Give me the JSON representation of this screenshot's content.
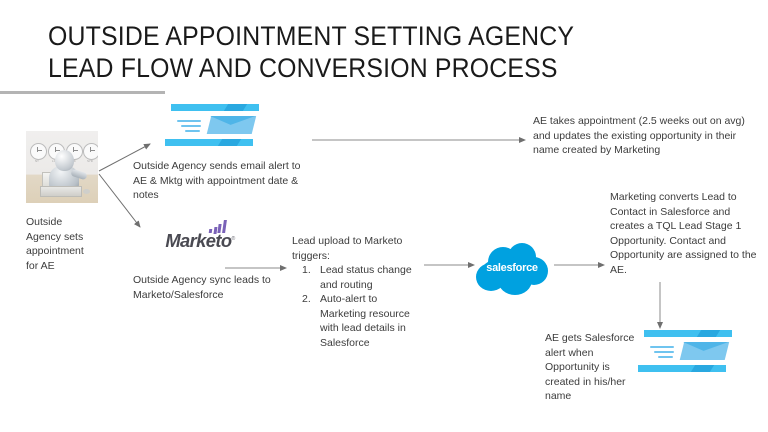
{
  "slide": {
    "title_line1": "OUTSIDE APPOINTMENT SETTING AGENCY",
    "title_line2": "LEAD FLOW AND CONVERSION PROCESS",
    "title_full": "OUTSIDE APPOINTMENT SETTING AGENCY\nLEAD FLOW AND CONVERSION PROCESS",
    "background": "#ffffff",
    "rule_color": "#b4b4b4"
  },
  "nodes": {
    "agency_person": {
      "caption": "Outside\nAgency sets\nappointment\nfor AE",
      "image_alt": "person at laptop with world clocks"
    },
    "email_alert_top": {
      "icon": "flying-envelope-icon",
      "caption": "Outside Agency sends email alert to\nAE & Mktg with appointment date &\nnotes",
      "color": "#3fc0f0"
    },
    "marketo": {
      "logo_text": "Marketo",
      "logo_tm": "®",
      "caption": "Outside Agency sync leads to\nMarketo/Salesforce",
      "bar_color": "#7a62b8",
      "word_color": "#4a4a52"
    },
    "marketo_triggers": {
      "heading": "Lead upload to Marketo\ntriggers:",
      "items": [
        {
          "number": "1.",
          "text": "Lead status change\nand routing"
        },
        {
          "number": "2.",
          "text": "Auto-alert to\nMarketing resource\nwith lead details in\nSalesforce"
        }
      ]
    },
    "salesforce": {
      "logo_text": "salesforce",
      "color": "#00a1e0"
    },
    "ae_appointment": {
      "text": "AE takes appointment (2.5 weeks out on avg)\nand updates the existing opportunity in their\nname created by Marketing"
    },
    "marketing_converts": {
      "text": "Marketing converts Lead to\nContact in Salesforce and\ncreates a TQL Lead Stage 1\nOpportunity. Contact and\nOpportunity are assigned to the\nAE."
    },
    "ae_alert": {
      "icon": "flying-envelope-icon",
      "text": "AE gets Salesforce\nalert when\nOpportunity is\ncreated in his/her\nname",
      "color": "#3fc0f0"
    }
  },
  "connectors": [
    {
      "name": "person-to-email",
      "from": "agency_person",
      "to": "email_alert_top"
    },
    {
      "name": "person-to-marketo",
      "from": "agency_person",
      "to": "marketo"
    },
    {
      "name": "email-to-ae-appointment",
      "from": "email_alert_top",
      "to": "ae_appointment"
    },
    {
      "name": "marketo-to-triggers",
      "from": "marketo",
      "to": "marketo_triggers"
    },
    {
      "name": "triggers-to-salesforce",
      "from": "marketo_triggers",
      "to": "salesforce"
    },
    {
      "name": "salesforce-to-marketing",
      "from": "salesforce",
      "to": "marketing_converts"
    },
    {
      "name": "marketing-to-ae-alert",
      "from": "marketing_converts",
      "to": "ae_alert"
    }
  ]
}
